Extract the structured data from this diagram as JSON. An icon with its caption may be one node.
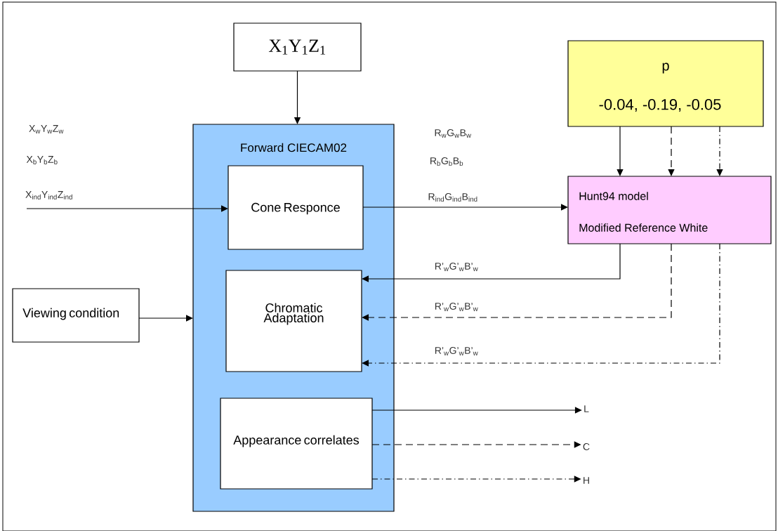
{
  "diagram": {
    "nodes": [
      {
        "text": [
          "X$_{1}$Y$_{1}$Z$_{1}$"
        ]
      },
      {
        "text": [
          "Forward CIECAM02"
        ]
      },
      {
        "text": [
          "Cone Responce"
        ],
        "in": 1
      },
      {
        "text": [
          "Chromatic Adaptation"
        ],
        "in": 1
      },
      {
        "text": [
          "Appearance correlates"
        ],
        "in": 1
      },
      {
        "text": [
          "Viewing condition"
        ]
      },
      {
        "text": [
          "p",
          "-0.04, -0.19, -0.05"
        ]
      },
      {
        "text": [
          "Hunt94 model",
          "Modified Reference White"
        ]
      },
      {
        "text": [
          "L"
        ]
      },
      {
        "text": [
          "C"
        ]
      },
      {
        "text": [
          "H"
        ]
      }
    ],
    "edges": [
      {
        "from": 0,
        "to": 1,
        "arrow": "to"
      },
      {
        "from": null,
        "to": 2,
        "arrow": "to",
        "label": "X$_{ind}$Y$_{ind}$Z$_{ind}$"
      },
      {
        "from": 5,
        "to": 1,
        "arrow": "to"
      },
      {
        "from": 2,
        "to": 7,
        "arrow": "to",
        "label": "R$_{ind}$G$_{ind}$B$_{ind}$"
      },
      {
        "from": 6,
        "to": 7,
        "arrow": "to"
      },
      {
        "from": 6,
        "to": 7,
        "arrow": "to",
        "style": "dashed"
      },
      {
        "from": 6,
        "to": 7,
        "arrow": "to",
        "style": "dashed"
      },
      {
        "from": 7,
        "to": 3,
        "arrow": "to",
        "label": "R’$_{w}$G’$_{w}$B’$_{w}$"
      },
      {
        "from": 7,
        "to": 3,
        "arrow": "to",
        "style": "dashed",
        "label": "R’$_{w}$G’$_{w}$B’$_{w}$"
      },
      {
        "from": 7,
        "to": 3,
        "arrow": "to",
        "style": "dashed",
        "label": "R’$_{w}$G’$_{w}$B’$_{w}$"
      },
      {
        "from": 4,
        "to": 8,
        "arrow": "to"
      },
      {
        "from": 4,
        "to": 9,
        "arrow": "to",
        "style": "dashed"
      },
      {
        "from": 4,
        "to": 10,
        "arrow": "to",
        "style": "dashed"
      }
    ],
    "labels": [
      "X$_{w}$Y$_{w}$Z$_{w}$",
      "X$_{b}$Y$_{b}$Z$_{b}$",
      "R$_{w}$G$_{w}$B$_{w}$",
      "R$_{b}$G$_{b}$B$_{b}$"
    ]
  }
}
